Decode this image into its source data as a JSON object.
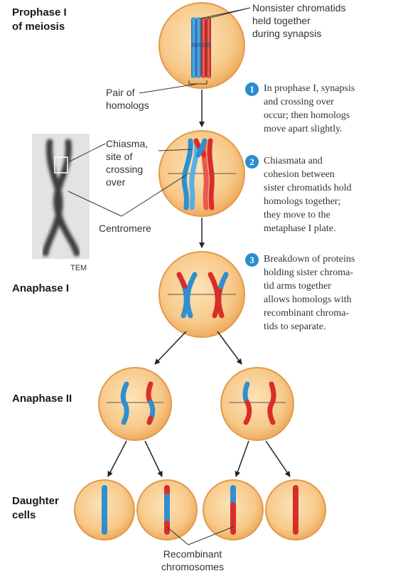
{
  "stages": {
    "prophase": [
      "Prophase I",
      "of meiosis"
    ],
    "anaphase1": "Anaphase I",
    "anaphase2": "Anaphase II",
    "daughter": [
      "Daughter",
      "cells"
    ]
  },
  "callouts": {
    "nonsister": [
      "Nonsister chromatids",
      "held together",
      "during synapsis"
    ],
    "pair": [
      "Pair of",
      "homologs"
    ],
    "chiasma": [
      "Chiasma,",
      "site of",
      "crossing",
      "over"
    ],
    "centromere": "Centromere",
    "tem": "TEM",
    "recombinant": [
      "Recombinant",
      "chromosomes"
    ]
  },
  "steps": [
    {
      "num": "1",
      "lines": [
        "In prophase I, synapsis",
        "and crossing over",
        "occur; then homologs",
        "move apart slightly."
      ]
    },
    {
      "num": "2",
      "lines": [
        "Chiasmata and",
        "cohesion between",
        "sister chromatids hold",
        "homologs together;",
        "they move to the",
        "metaphase I plate."
      ]
    },
    {
      "num": "3",
      "lines": [
        "Breakdown of proteins",
        "holding sister chroma-",
        "tid arms together",
        "allows homologs with",
        "recombinant chroma-",
        "tids to separate."
      ]
    }
  ],
  "colors": {
    "cell_fill": "#f7c98a",
    "cell_edge": "#e59a45",
    "maternal_blue": "#2f8fd1",
    "paternal_red": "#d82e2a",
    "step_badge": "#2a8ccf"
  }
}
